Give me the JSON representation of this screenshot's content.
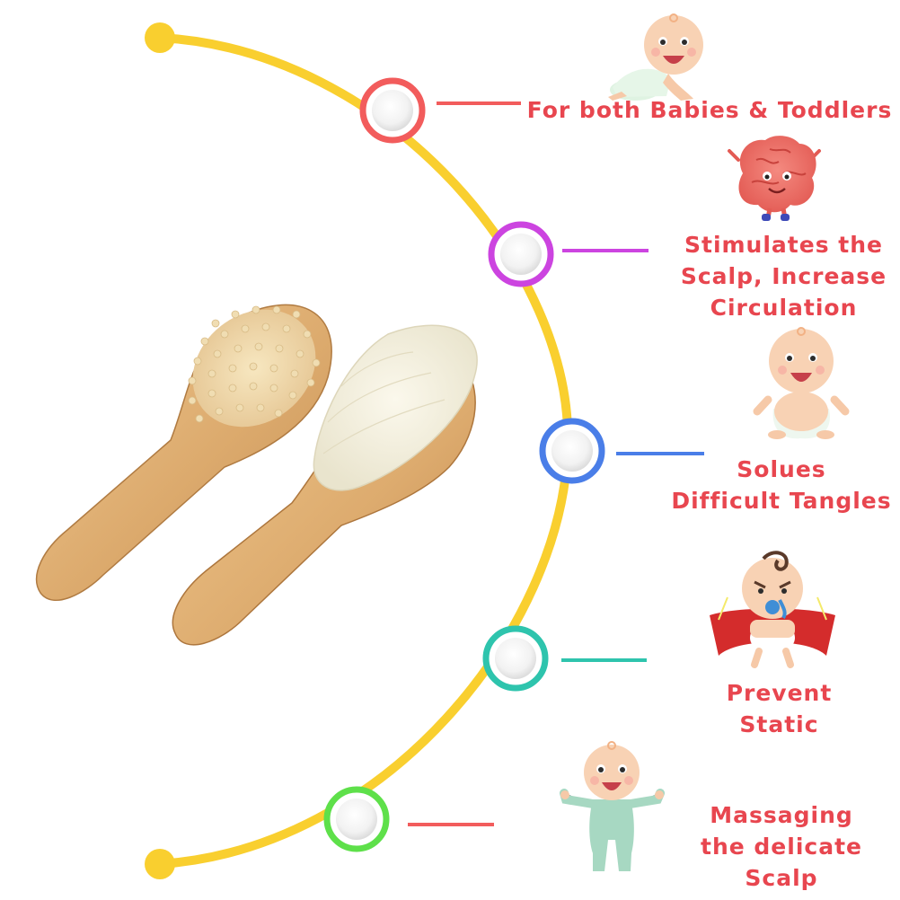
{
  "features": [
    {
      "text": "For both Babies & Toddlers",
      "color": "#f25c5c",
      "icon": "crawling-baby-icon"
    },
    {
      "text": "Stimulates the\nScalp, Increase\nCirculation",
      "color": "#cc44e0",
      "icon": "brain-icon"
    },
    {
      "text": "Solues\nDifficult Tangles",
      "color": "#4a7ee8",
      "icon": "sitting-baby-icon"
    },
    {
      "text": "Prevent\nStatic",
      "color": "#2ec4ad",
      "icon": "superhero-baby-icon"
    },
    {
      "text": "Massaging\nthe delicate\nScalp",
      "color": "#5ee04a",
      "icon": "standing-baby-icon"
    }
  ],
  "colors": {
    "arc": "#f9cf2f",
    "text": "#e8464f",
    "wood": "#e0b27a",
    "bristle": "#f3efdc"
  },
  "product": {
    "items": [
      "wooden-paddle-brush",
      "goat-hair-brush"
    ]
  }
}
